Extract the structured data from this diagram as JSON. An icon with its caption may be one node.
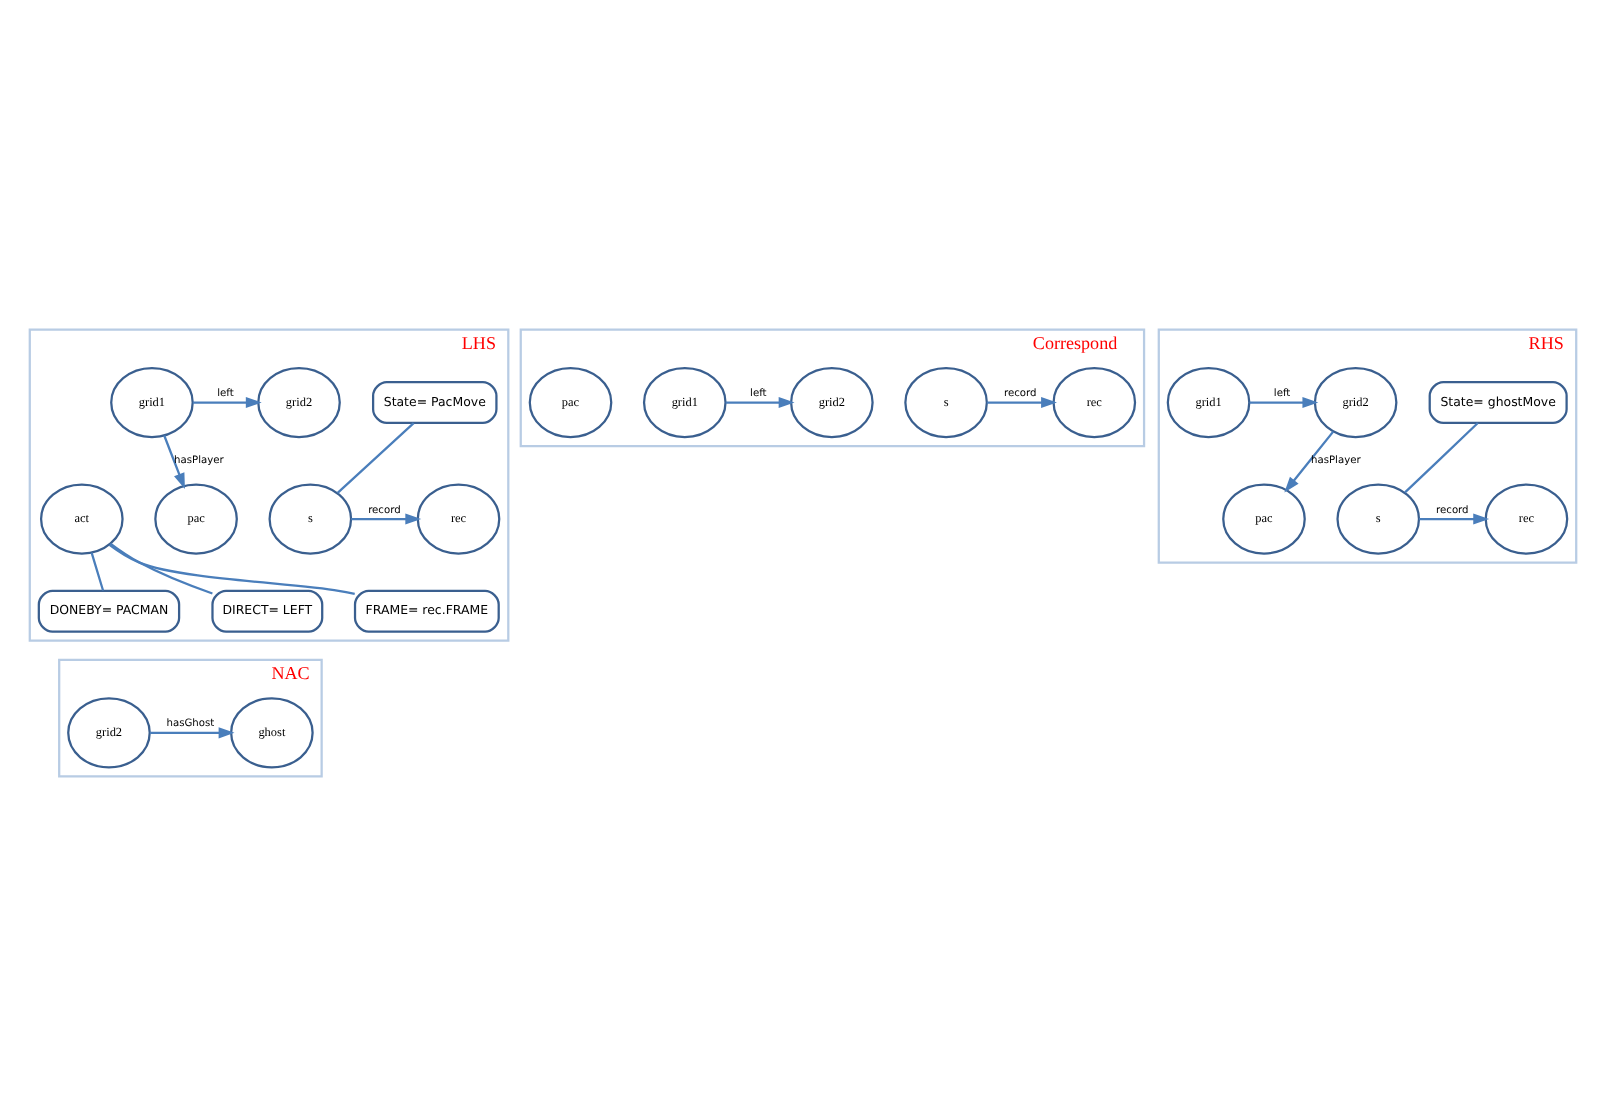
{
  "diagram": {
    "nodes": [
      {
        "text": [
          "LHS"
        ]
      },
      {
        "text": [
          "State= PacMove"
        ],
        "in": 0
      },
      {
        "text": [
          "s"
        ],
        "in": 0
      },
      {
        "text": [
          "rec"
        ],
        "in": 0
      },
      {
        "text": [
          "grid2"
        ],
        "in": 0
      },
      {
        "text": [
          "grid1"
        ],
        "in": 0
      },
      {
        "text": [
          "pac"
        ],
        "in": 0
      },
      {
        "text": [
          "act"
        ],
        "in": 0
      },
      {
        "text": [
          "DONEBY= PACMAN"
        ],
        "in": 0
      },
      {
        "text": [
          "DIRECT= LEFT"
        ],
        "in": 0
      },
      {
        "text": [
          "FRAME= rec.FRAME"
        ],
        "in": 0
      },
      {
        "text": [
          "Correspond"
        ]
      },
      {
        "text": [
          "s"
        ],
        "in": 11
      },
      {
        "text": [
          "rec"
        ],
        "in": 11
      },
      {
        "text": [
          "grid2"
        ],
        "in": 11
      },
      {
        "text": [
          "grid1"
        ],
        "in": 11
      },
      {
        "text": [
          "pac"
        ],
        "in": 11
      },
      {
        "text": [
          "RHS"
        ]
      },
      {
        "text": [
          "State= ghostMove"
        ],
        "in": 17
      },
      {
        "text": [
          "s"
        ],
        "in": 17
      },
      {
        "text": [
          "rec"
        ],
        "in": 17
      },
      {
        "text": [
          "grid2"
        ],
        "in": 17
      },
      {
        "text": [
          "grid1"
        ],
        "in": 17
      },
      {
        "text": [
          "pac"
        ],
        "in": 17
      },
      {
        "text": [
          "NAC"
        ]
      },
      {
        "text": [
          "grid2"
        ],
        "in": 24
      },
      {
        "text": [
          "ghost"
        ],
        "in": 24
      }
    ],
    "edges": [
      {
        "from": 1,
        "to": 2,
        "arrow": "none"
      },
      {
        "from": 2,
        "to": 3,
        "arrow": "to",
        "label": "record"
      },
      {
        "from": 5,
        "to": 4,
        "arrow": "to",
        "label": "left"
      },
      {
        "from": 5,
        "to": 6,
        "arrow": "to",
        "label": "hasPlayer"
      },
      {
        "from": 7,
        "to": 8,
        "arrow": "none"
      },
      {
        "from": 7,
        "to": 9,
        "arrow": "none"
      },
      {
        "from": 7,
        "to": 10,
        "arrow": "none"
      },
      {
        "from": 12,
        "to": 13,
        "arrow": "to",
        "label": "record"
      },
      {
        "from": 15,
        "to": 14,
        "arrow": "to",
        "label": "left"
      },
      {
        "from": 18,
        "to": 19,
        "arrow": "none"
      },
      {
        "from": 19,
        "to": 20,
        "arrow": "to",
        "label": "record"
      },
      {
        "from": 22,
        "to": 21,
        "arrow": "to",
        "label": "left"
      },
      {
        "from": 21,
        "to": 23,
        "arrow": "to",
        "label": "hasPlayer"
      },
      {
        "from": 25,
        "to": 26,
        "arrow": "to",
        "label": "hasGhost"
      }
    ]
  }
}
